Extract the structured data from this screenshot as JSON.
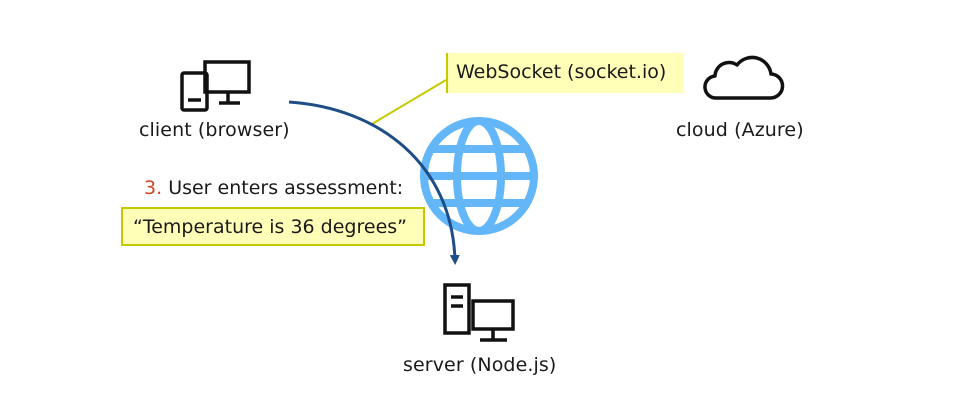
{
  "nodes": {
    "client": {
      "label": "client (browser)",
      "icon": "devices-icon"
    },
    "cloud": {
      "label": "cloud (Azure)",
      "icon": "cloud-icon"
    },
    "server": {
      "label": "server (Node.js)",
      "icon": "server-icon"
    },
    "network": {
      "icon": "globe-icon"
    }
  },
  "callouts": {
    "websocket": "WebSocket (socket.io)",
    "assessment": "“Temperature is 36 degrees”"
  },
  "step": {
    "number": "3.",
    "text": "User enters assessment:"
  },
  "colors": {
    "globe": "#63b7f8",
    "arrow": "#1f4e86",
    "callout_fill": "#ffffb8",
    "callout_border": "#c6c800",
    "step_number": "#d24726",
    "icon": "#111111"
  }
}
